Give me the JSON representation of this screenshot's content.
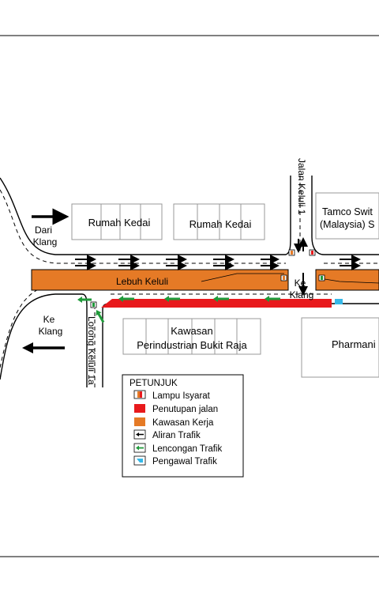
{
  "buildings": {
    "rumah_kedai_1": "Rumah Kedai",
    "rumah_kedai_2": "Rumah Kedai",
    "tamco_line1": "Tamco Swit",
    "tamco_line2": "(Malaysia) S",
    "kawasan_line1": "Kawasan",
    "kawasan_line2": "Perindustrian Bukit Raja",
    "pharmani": "Pharmani"
  },
  "roads": {
    "lebuh_keluli": "Lebuh Keluli",
    "jalan_keluli_1": "Jalan Keluli 1",
    "lorong_keluli_1a": "Lorong Keluli 1a"
  },
  "directions": {
    "dari_klang_1": "Dari",
    "dari_klang_2": "Klang",
    "ke_klang_left_1": "Ke",
    "ke_klang_left_2": "Klang",
    "ke_klang_mid_1": "Ke",
    "ke_klang_mid_2": "Klang"
  },
  "legend": {
    "title": "PETUNJUK",
    "items": [
      {
        "label": "Lampu Isyarat",
        "icon": "traffic-light-icon"
      },
      {
        "label": "Penutupan jalan",
        "color": "#e8191c"
      },
      {
        "label": "Kawasan Kerja",
        "color": "#e57a26"
      },
      {
        "label": "Aliran Trafik",
        "icon": "traffic-flow-arrow-icon"
      },
      {
        "label": "Lencongan Trafik",
        "icon": "detour-arrow-icon"
      },
      {
        "label": "Pengawal Trafik",
        "icon": "traffic-controller-icon"
      }
    ]
  },
  "colors": {
    "work_zone": "#e57a26",
    "road_closure": "#e8191c",
    "detour": "#1f9a3a",
    "controller": "#35b8e8"
  }
}
